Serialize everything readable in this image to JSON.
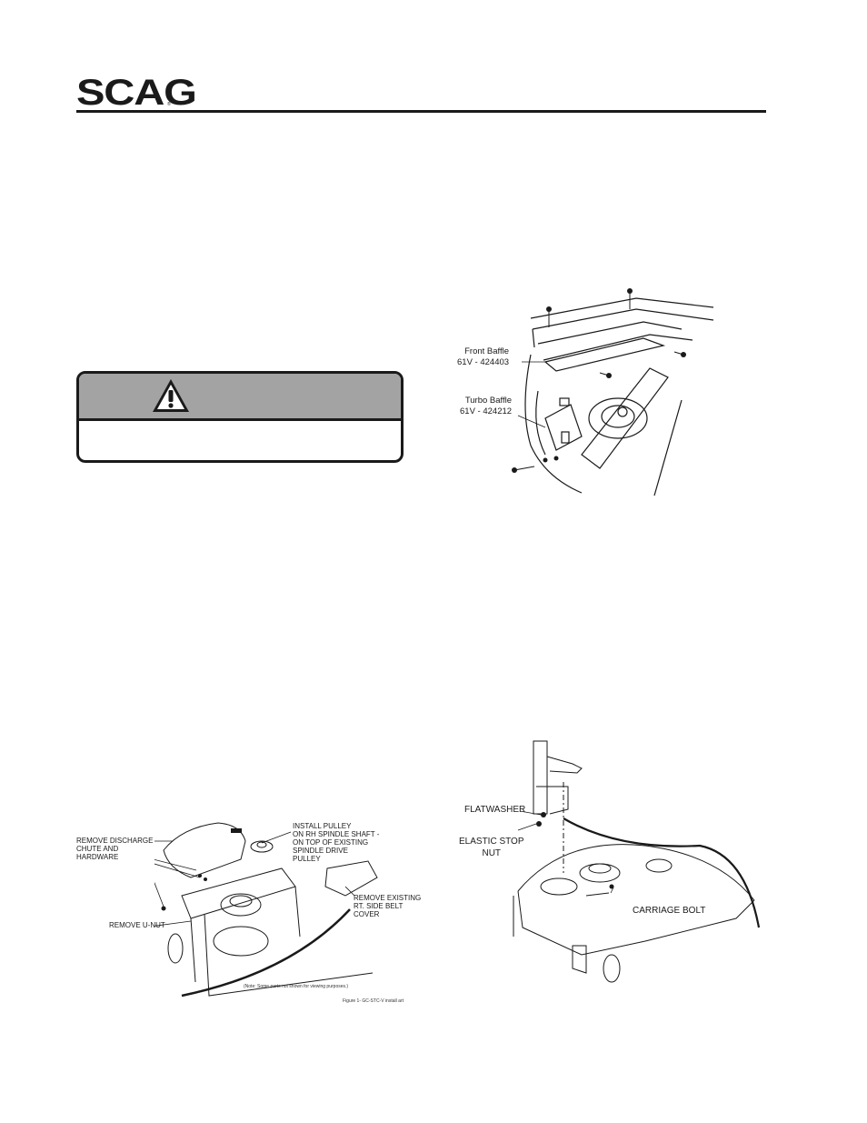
{
  "header": {
    "logo_text": "SCAG",
    "logo_tm": "®"
  },
  "warning": {
    "icon": "exclamation-triangle-icon"
  },
  "figure_baffles": {
    "front_baffle_label": "Front Baffle\n61V - 424403",
    "turbo_baffle_label": "Turbo Baffle\n61V - 424212"
  },
  "figure_install": {
    "remove_discharge_label": "REMOVE DISCHARGE\nCHUTE AND\nHARDWARE",
    "install_pulley_label": "INSTALL PULLEY\nON RH SPINDLE SHAFT -\nON TOP OF EXISTING\nSPINDLE DRIVE\nPULLEY",
    "remove_unut_label": "REMOVE U-NUT",
    "remove_cover_label": "REMOVE EXISTING\nRT. SIDE BELT\nCOVER",
    "note": "(Note: Some parts not shown for viewing purposes.)",
    "caption": "Figure 1- GC-STC-V install art"
  },
  "figure_mount": {
    "flatwasher_label": "FLATWASHER",
    "elastic_nut_label": "ELASTIC STOP\nNUT",
    "carriage_bolt_label": "CARRIAGE BOLT"
  }
}
